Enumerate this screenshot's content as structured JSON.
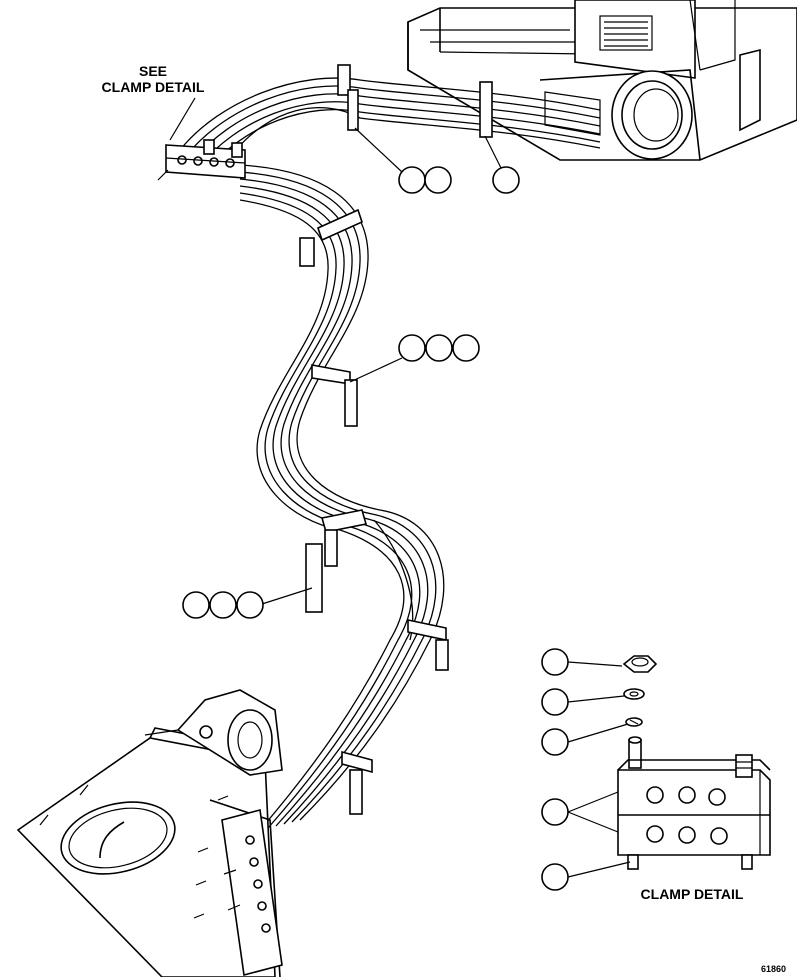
{
  "labels": {
    "see_clamp_detail_line1": "SEE",
    "see_clamp_detail_line2": "CLAMP DETAIL",
    "clamp_detail_title": "CLAMP DETAIL",
    "figure_number": "61860"
  },
  "callout_groups": [
    {
      "name": "callouts-upper-left-pair",
      "count": 2
    },
    {
      "name": "callouts-upper-right-single",
      "count": 1
    },
    {
      "name": "callouts-mid-triple",
      "count": 3
    },
    {
      "name": "callouts-lower-triple",
      "count": 3
    },
    {
      "name": "callouts-clamp-detail-column",
      "count": 5
    }
  ]
}
